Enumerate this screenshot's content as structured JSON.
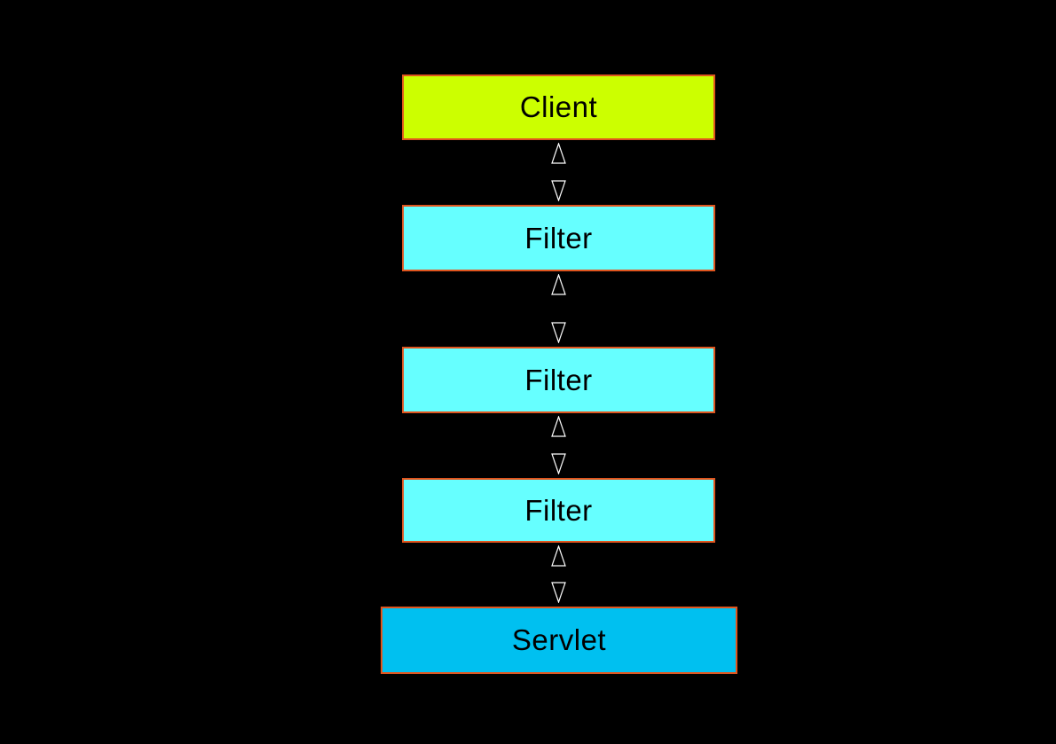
{
  "diagram": {
    "background_color": "#000000",
    "border_color": "#e0551e",
    "text_color": "#000000",
    "nodes": [
      {
        "id": "client",
        "label": "Client",
        "fill": "#ccff00"
      },
      {
        "id": "filter-1",
        "label": "Filter",
        "fill": "#66ffff"
      },
      {
        "id": "filter-2",
        "label": "Filter",
        "fill": "#66ffff"
      },
      {
        "id": "filter-3",
        "label": "Filter",
        "fill": "#66ffff"
      },
      {
        "id": "servlet",
        "label": "Servlet",
        "fill": "#00c0f0"
      }
    ],
    "connectors": [
      {
        "from": "client",
        "to": "filter-1",
        "direction": "bidirectional"
      },
      {
        "from": "filter-1",
        "to": "filter-2",
        "direction": "bidirectional"
      },
      {
        "from": "filter-2",
        "to": "filter-3",
        "direction": "bidirectional"
      },
      {
        "from": "filter-3",
        "to": "servlet",
        "direction": "bidirectional"
      }
    ],
    "arrow_style": {
      "outline_color": "#ffffff",
      "fill": "none",
      "shape": "hollow-triangle"
    }
  }
}
